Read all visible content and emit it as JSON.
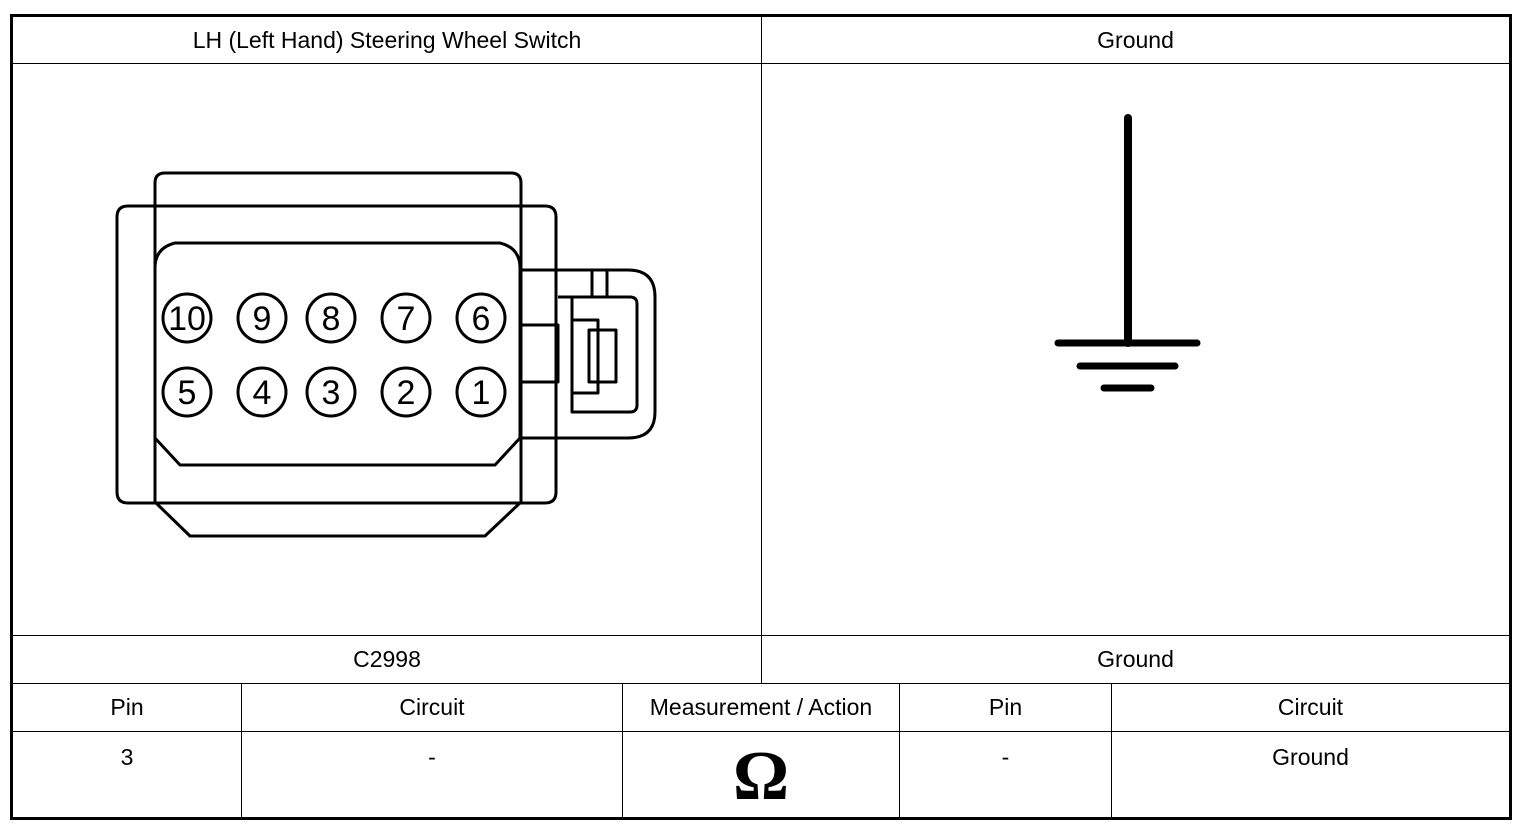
{
  "header": {
    "left_title": "LH (Left Hand) Steering Wheel Switch",
    "right_title": "Ground"
  },
  "connector": {
    "pins_top_row": [
      "10",
      "9",
      "8",
      "7",
      "6"
    ],
    "pins_bottom_row": [
      "5",
      "4",
      "3",
      "2",
      "1"
    ],
    "connector_id": "C2998"
  },
  "ground": {
    "symbol": "ground-icon",
    "label": "Ground"
  },
  "table": {
    "headers": [
      "Pin",
      "Circuit",
      "Measurement / Action",
      "Pin",
      "Circuit"
    ],
    "row": {
      "pin_a": "3",
      "circuit_a": "-",
      "measurement_symbol": "Ω",
      "pin_b": "-",
      "circuit_b": "Ground"
    }
  }
}
